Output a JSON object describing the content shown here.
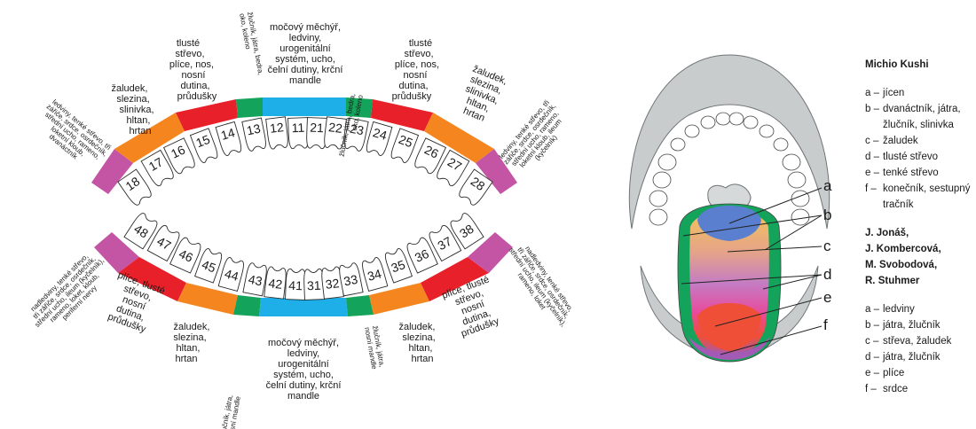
{
  "upper_teeth": [
    "18",
    "17",
    "16",
    "15",
    "14",
    "13",
    "12",
    "11",
    "21",
    "22",
    "23",
    "24",
    "25",
    "26",
    "27",
    "28"
  ],
  "lower_teeth": [
    "48",
    "47",
    "46",
    "45",
    "44",
    "43",
    "42",
    "41",
    "31",
    "32",
    "33",
    "34",
    "35",
    "36",
    "37",
    "38"
  ],
  "upper_labels": {
    "molars3_left": [
      "ledviny, tenké střevo, tři",
      "zářiče, srdce, osrdečník,",
      "střední ucho, rameno,",
      "loketní kloub,",
      "dvanáctník"
    ],
    "molars_left": [
      "žaludek,",
      "slezina,",
      "slinivka,",
      "hltan,",
      "hrtan"
    ],
    "premolars_left": [
      "tlusté",
      "střevo,",
      "plíce, nos,",
      "nosní",
      "dutina,",
      "průdušky"
    ],
    "canine_left": [
      "žlučník, játra, bedra,",
      "oko, koleno"
    ],
    "incisors": [
      "močový měchýř,",
      "ledviny,",
      "urogenitální",
      "systém, ucho,",
      "čelní dutiny, krční",
      "mandle"
    ],
    "canine_right": [
      "žlučník, játra, bedra,",
      "oko, koleno"
    ],
    "premolars_right": [
      "tlusté",
      "střevo,",
      "plíce, nos,",
      "nosní",
      "dutina,",
      "průdušky"
    ],
    "molars_right": [
      "žaludek,",
      "slezina,",
      "slinivka,",
      "hltan,",
      "hrtan"
    ],
    "molars3_right": [
      "ledviny, tenké střevo, tři",
      "zářiče, srdce, osrdečník,",
      "střední ucho, rameno,",
      "loketní kloub, ileum",
      "(kyčelník)"
    ]
  },
  "lower_labels": {
    "molars3_left": [
      "nadledviny, tenké střevo,",
      "tři zářiče, srdce, osrdečník,",
      "střední ucho, ileum (kyčelník),",
      "rameno, loket, kloub,",
      "periferní nervy"
    ],
    "molars_left": [
      "plíce, tlusté",
      "střevo,",
      "nosní",
      "dutina,",
      "průdušky"
    ],
    "premolars_left": [
      "žaludek,",
      "slezina,",
      "hltan,",
      "hrtan"
    ],
    "canine_left": [
      "žlučník, játra,",
      "nosní mandle"
    ],
    "incisors": [
      "močový měchýř,",
      "ledviny,",
      "urogenitální",
      "systém, ucho,",
      "čelní dutiny, krční",
      "mandle"
    ],
    "canine_right": [
      "žlučník, játra,",
      "nosní mandle"
    ],
    "premolars_right": [
      "žaludek,",
      "slezina,",
      "hltan,",
      "hrtan"
    ],
    "molars_right": [
      "plíce, tlusté",
      "střevo,",
      "nosní",
      "dutina,",
      "průdušky"
    ],
    "molars3_right": [
      "nadledviny, tenké střevo,",
      "tři zářiče, srdce, osrdečník,",
      "střední ucho, ileum (kyčelník),",
      "rameno, loket"
    ]
  },
  "tongue_letters": [
    "a",
    "b",
    "c",
    "d",
    "e",
    "f"
  ],
  "legend": {
    "kushi": {
      "title": "Michio Kushi",
      "items": [
        {
          "key": "a –",
          "text": "jícen"
        },
        {
          "key": "b –",
          "text": "dvanáctník, játra, žlučník, slinivka"
        },
        {
          "key": "c –",
          "text": "žaludek"
        },
        {
          "key": "d –",
          "text": "tlusté střevo"
        },
        {
          "key": "e –",
          "text": "tenké střevo"
        },
        {
          "key": "f –",
          "text": "konečník, sestupný tračník"
        }
      ]
    },
    "authors": {
      "title": [
        "J. Jonáš,",
        "J. Kombercová,",
        "M. Svobodová,",
        "R. Stuhmer"
      ],
      "items": [
        {
          "key": "a –",
          "text": "ledviny"
        },
        {
          "key": "b –",
          "text": "játra, žlučník"
        },
        {
          "key": "c –",
          "text": "střeva, žaludek"
        },
        {
          "key": "d –",
          "text": "játra, žlučník"
        },
        {
          "key": "e –",
          "text": "plíce"
        },
        {
          "key": "f –",
          "text": "srdce"
        }
      ]
    }
  },
  "colors": {
    "purple": "#c455a5",
    "orange": "#f5861f",
    "red": "#e7202a",
    "green": "#14a35a",
    "cyan": "#1eaee8",
    "grey": "#c8cccd"
  }
}
